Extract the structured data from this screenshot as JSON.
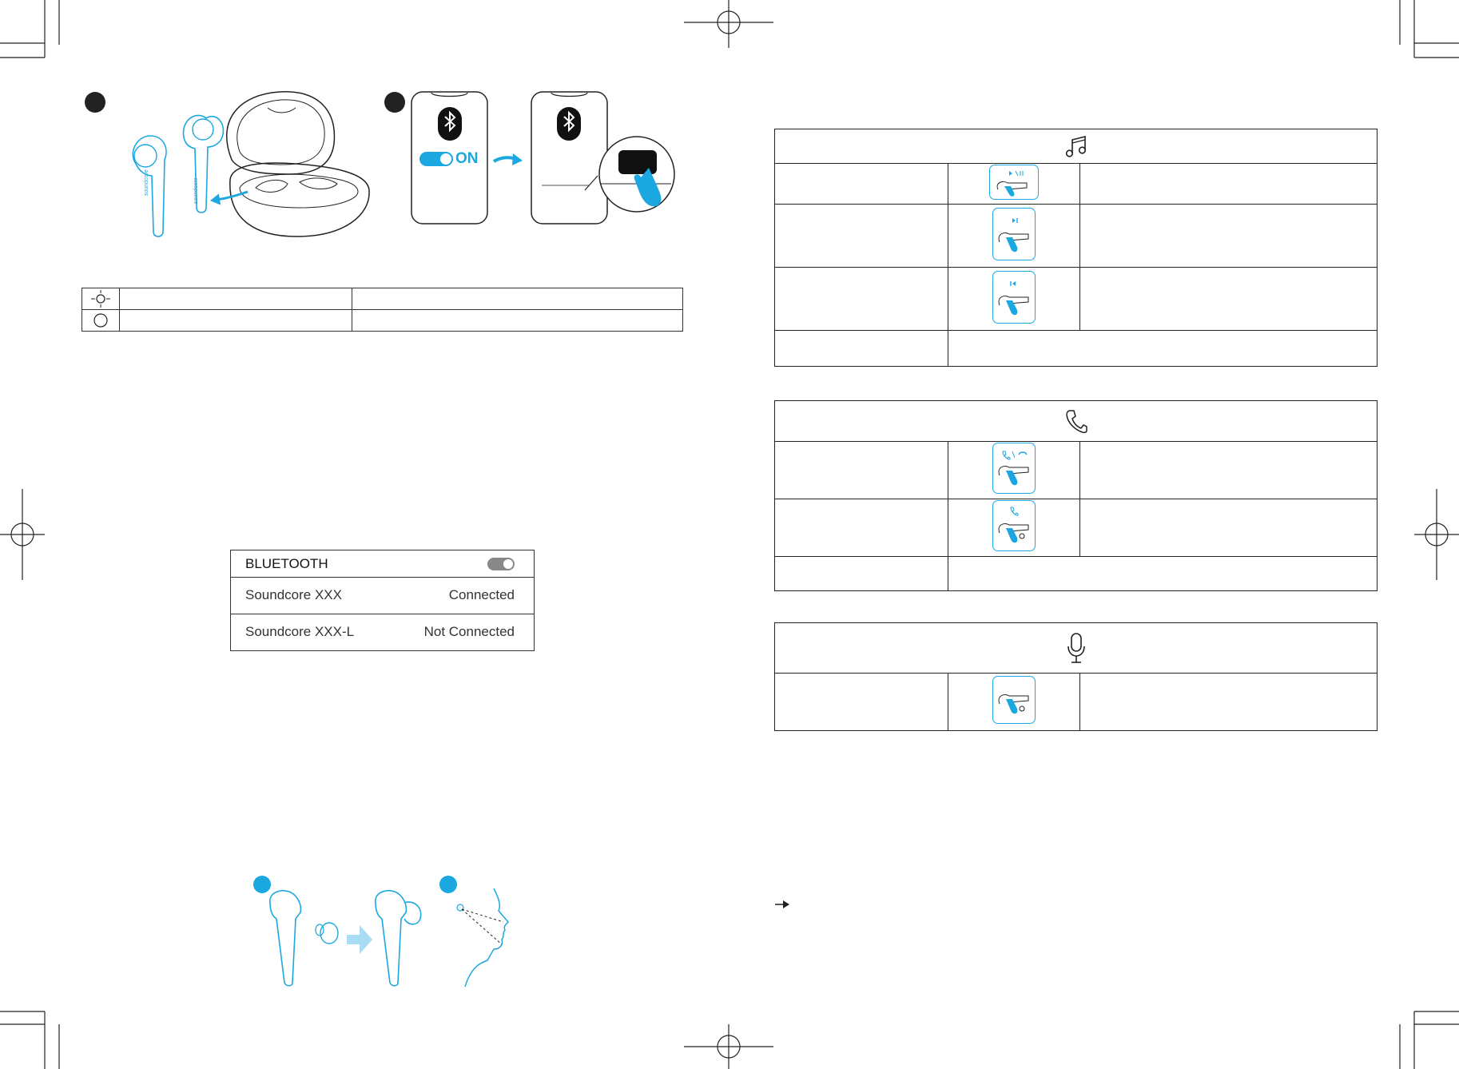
{
  "bluetooth_panel": {
    "header": "BLUETOOTH",
    "devices": [
      {
        "name": "Soundcore XXX",
        "status": "Connected"
      },
      {
        "name": "Soundcore XXX-L",
        "status": "Not Connected"
      }
    ]
  },
  "pairing_illustration": {
    "toggle_label": "ON"
  },
  "earbud_brand_text": "soundcore",
  "icons": {
    "step1": "filled-step-circle",
    "step2": "filled-step-circle",
    "led_on": "led-blink-icon",
    "led_off": "led-off-icon",
    "music": "music-note-icon",
    "call": "phone-icon",
    "voice": "microphone-icon",
    "note": "arrow-right-icon"
  },
  "colors": {
    "accent": "#1ba7e0",
    "ink": "#222222"
  }
}
